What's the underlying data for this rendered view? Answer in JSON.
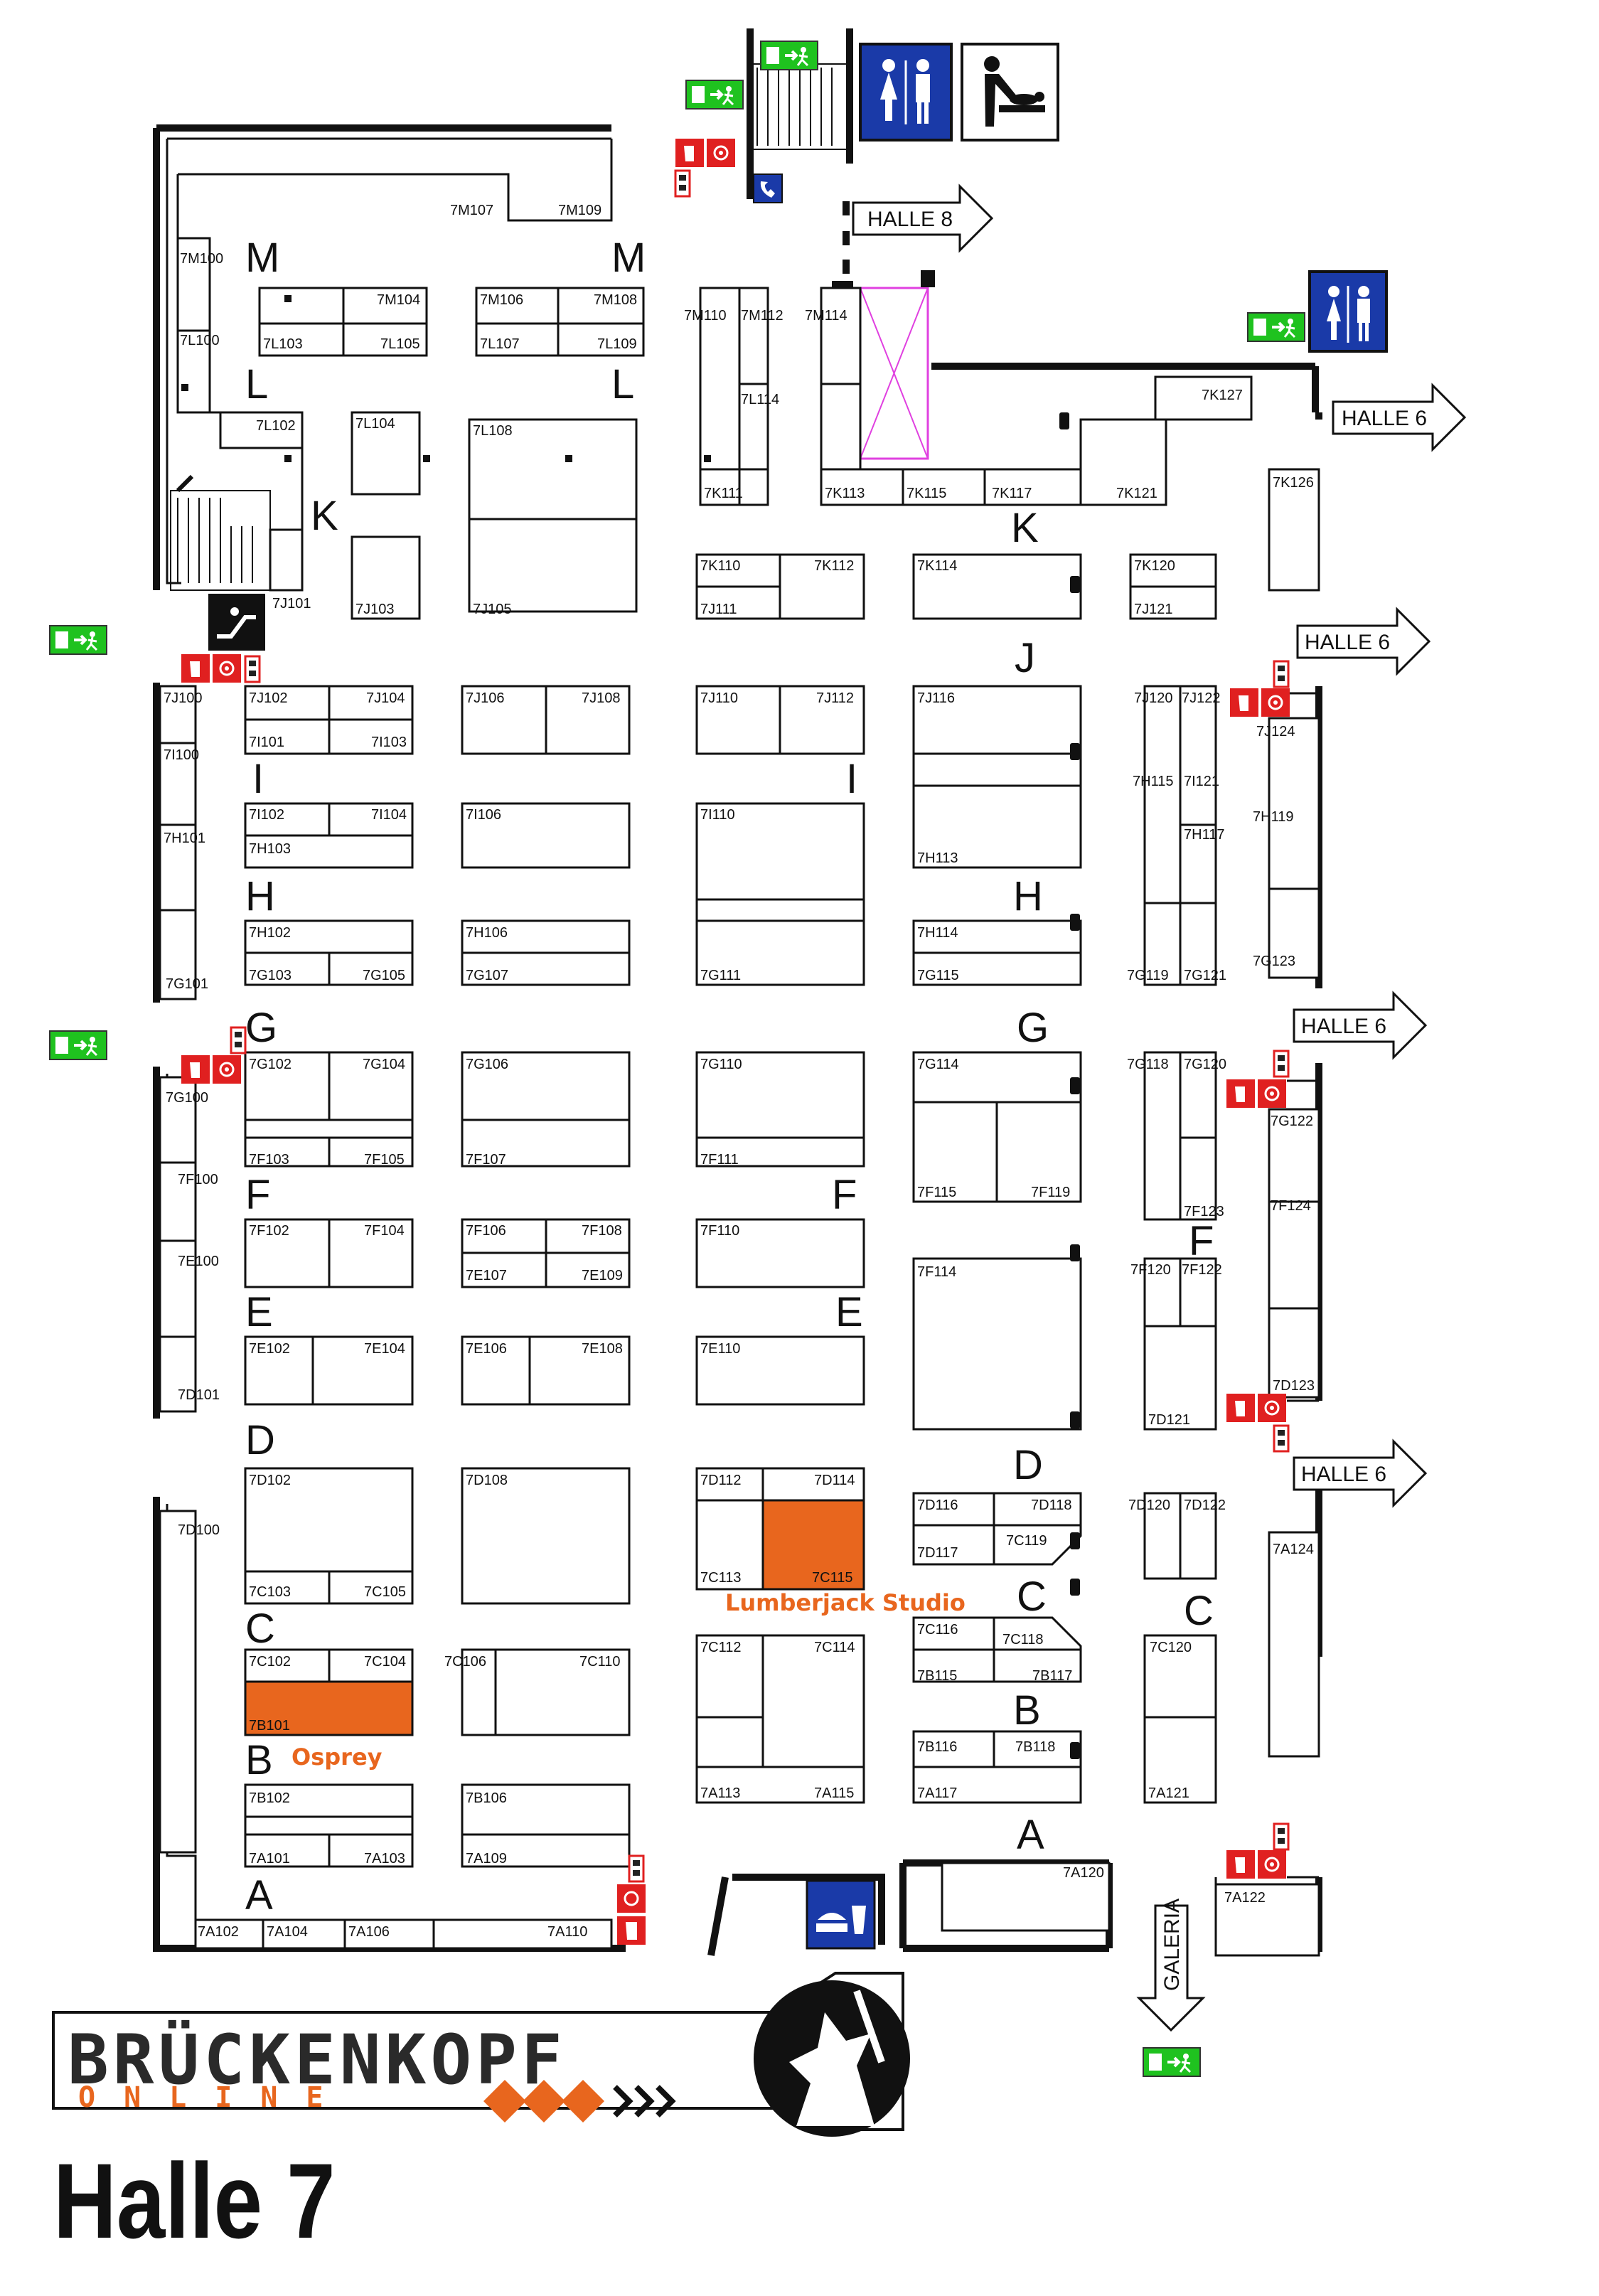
{
  "hall_title": "Halle 7",
  "logo": {
    "name": "BRÜCKENKOPF",
    "sub": "ONLINE"
  },
  "colors": {
    "highlight_booth": "#e8661e",
    "exit_green": "#1fc21f",
    "fire_red": "#e02020",
    "info_blue": "#1a3aa8",
    "stall_magenta": "#e040e0"
  },
  "exhibitors": [
    {
      "name": "Lumberjack Studio",
      "booth": "7C115"
    },
    {
      "name": "Osprey",
      "booth": "7B101"
    }
  ],
  "directions": {
    "halle8": "HALLE 8",
    "halle6": "HALLE 6",
    "galeria": "GALERIA"
  },
  "row_letters": [
    "M",
    "L",
    "K",
    "J",
    "I",
    "H",
    "G",
    "F",
    "E",
    "D",
    "C",
    "B",
    "A"
  ],
  "icons": [
    "emergency-exit-icon",
    "restroom-icon",
    "baby-changing-icon",
    "fire-extinguisher-icon",
    "fire-alarm-icon",
    "telephone-icon",
    "escalator-icon",
    "food-drink-icon",
    "wolf-warrior-logo-icon"
  ],
  "booths": {
    "M": [
      "7M107",
      "7M109",
      "7M100",
      "7M104",
      "7M106",
      "7M108",
      "7M110",
      "7M112",
      "7M114"
    ],
    "L": [
      "7L100",
      "7L103",
      "7L105",
      "7L107",
      "7L109",
      "7L102",
      "7L104",
      "7L108",
      "7L114"
    ],
    "K": [
      "7K127",
      "7K126",
      "7K111",
      "7K113",
      "7K115",
      "7K117",
      "7K121",
      "7K110",
      "7K112",
      "7K114",
      "7K120"
    ],
    "J": [
      "7J101",
      "7J103",
      "7J105",
      "7J111",
      "7J121",
      "7J100",
      "7J102",
      "7J104",
      "7J106",
      "7J108",
      "7J110",
      "7J112",
      "7J116",
      "7J120",
      "7J122",
      "7J124"
    ],
    "I": [
      "7I100",
      "7I101",
      "7I103",
      "7I102",
      "7I104",
      "7I106",
      "7I110",
      "7I121"
    ],
    "H": [
      "7H101",
      "7H103",
      "7H113",
      "7H115",
      "7H117",
      "7H119",
      "7H102",
      "7H106",
      "7H114"
    ],
    "G": [
      "7G101",
      "7G103",
      "7G105",
      "7G107",
      "7G111",
      "7G115",
      "7G119",
      "7G121",
      "7G123",
      "7G100",
      "7G102",
      "7G104",
      "7G106",
      "7G110",
      "7G114",
      "7G118",
      "7G120",
      "7G122"
    ],
    "F": [
      "7F100",
      "7F103",
      "7F105",
      "7F107",
      "7F111",
      "7F115",
      "7F119",
      "7F123",
      "7F124",
      "7F102",
      "7F104",
      "7F106",
      "7F108",
      "7F110",
      "7F114",
      "7F120",
      "7F122"
    ],
    "E": [
      "7E100",
      "7E107",
      "7E109",
      "7E102",
      "7E104",
      "7E106",
      "7E108",
      "7E110"
    ],
    "D": [
      "7D101",
      "7D123",
      "7D121",
      "7D102",
      "7D108",
      "7D112",
      "7D114",
      "7D116",
      "7D118",
      "7D117",
      "7D120",
      "7D122",
      "7D100"
    ],
    "C": [
      "7C113",
      "7C115",
      "7C119",
      "7C103",
      "7C105",
      "7C116",
      "7C118",
      "7C102",
      "7C104",
      "7C106",
      "7C110",
      "7C112",
      "7C114",
      "7C120"
    ],
    "B": [
      "7B101",
      "7B115",
      "7B117",
      "7B116",
      "7B118",
      "7B102",
      "7B106"
    ],
    "A": [
      "7A124",
      "7A113",
      "7A115",
      "7A117",
      "7A121",
      "7A101",
      "7A103",
      "7A109",
      "7A120",
      "7A122",
      "7A102",
      "7A104",
      "7A106",
      "7A110"
    ]
  }
}
